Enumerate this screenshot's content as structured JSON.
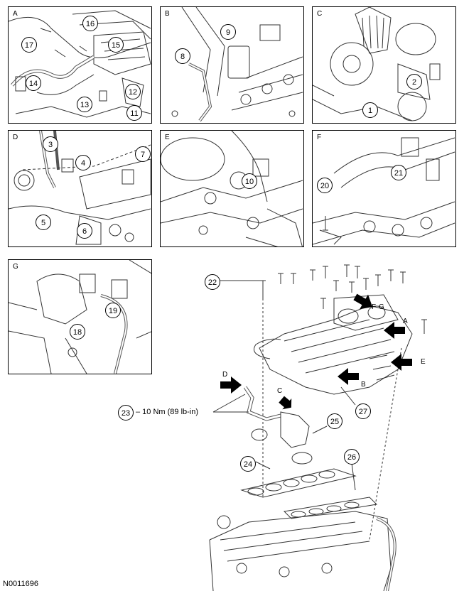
{
  "figure_id": "N0011696",
  "panels": [
    {
      "label": "A",
      "callouts": [
        "17",
        "16",
        "15",
        "14",
        "13",
        "12",
        "11"
      ]
    },
    {
      "label": "B",
      "callouts": [
        "9",
        "8"
      ]
    },
    {
      "label": "C",
      "callouts": [
        "2",
        "1"
      ]
    },
    {
      "label": "D",
      "callouts": [
        "3",
        "4",
        "7",
        "5",
        "6"
      ]
    },
    {
      "label": "E",
      "callouts": [
        "10"
      ]
    },
    {
      "label": "F",
      "callouts": [
        "20",
        "21"
      ]
    },
    {
      "label": "G",
      "callouts": [
        "19",
        "18"
      ]
    }
  ],
  "main": {
    "callouts": [
      "22",
      "23",
      "24",
      "25",
      "26",
      "27"
    ],
    "torque_text": "– 10 Nm (89 lb-in)",
    "arrows": [
      "A",
      "B",
      "C",
      "D",
      "E",
      "F",
      "G"
    ]
  }
}
